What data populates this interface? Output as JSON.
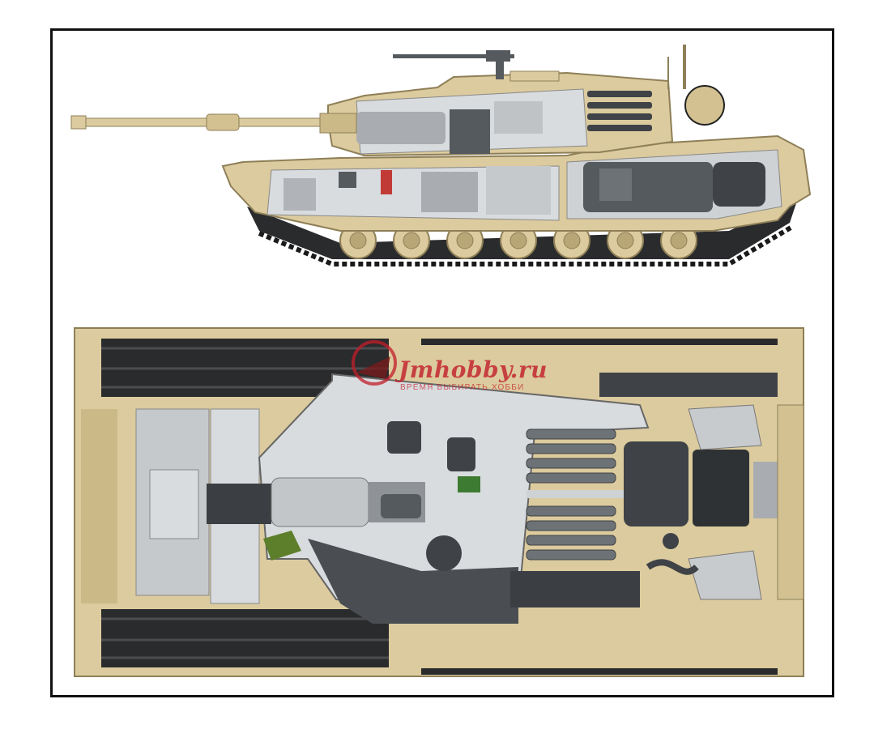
{
  "watermark": {
    "site": "Jmhobby.ru",
    "tagline": "ВРЕМЯ ВЫБИРАТЬ ХОББИ",
    "brand_color": "#c21e2a"
  },
  "colors": {
    "hull_sand": "#dccb9e",
    "hull_sand_dark": "#b9a676",
    "interior_light": "#d9dcdf",
    "interior_mid": "#a9adb1",
    "interior_dark": "#555a5e",
    "track": "#2a2b2d",
    "frame": "#111111"
  },
  "illustration": {
    "side_view": "tank-side-cutaway",
    "top_view": "tank-top-cutaway"
  }
}
